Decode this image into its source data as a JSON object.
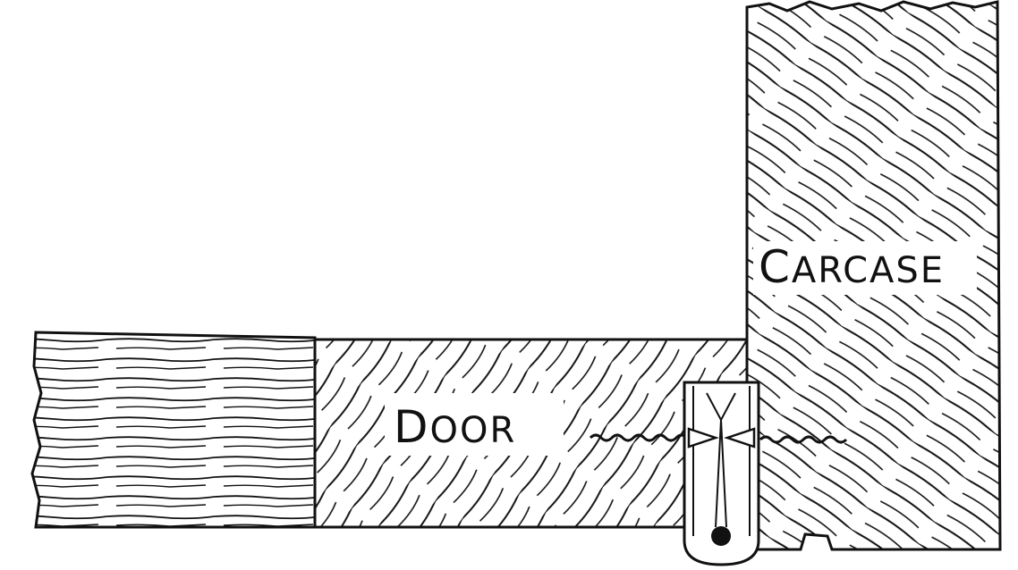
{
  "diagram": {
    "labels": {
      "door_first": "D",
      "door_rest": "OOR",
      "carcase_first": "C",
      "carcase_rest": "ARCASE"
    },
    "colors": {
      "ink": "#111111",
      "background": "#ffffff"
    }
  }
}
